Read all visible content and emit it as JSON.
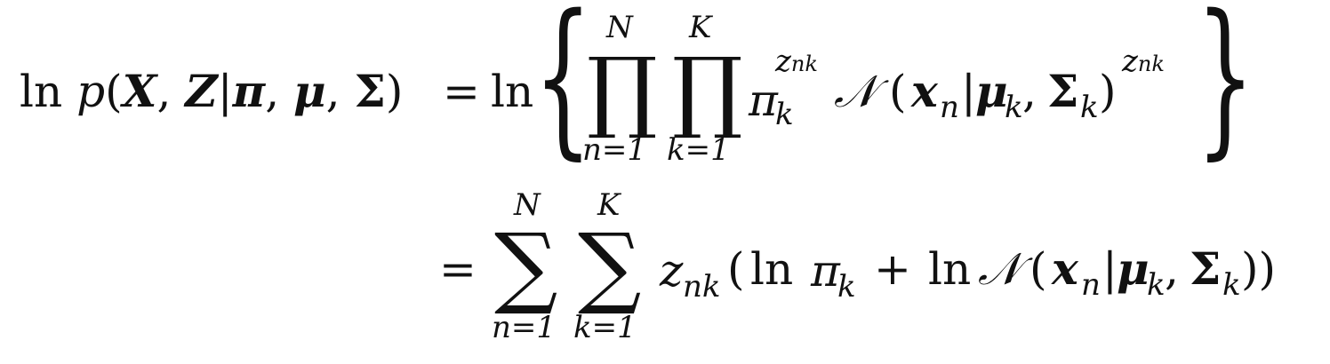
{
  "equation": {
    "line1": {
      "lhs": {
        "ln": "ln",
        "p": "p",
        "open": "(",
        "X": "X",
        "comma1": ",",
        "Z": "Z",
        "bar": "|",
        "pi": "π",
        "comma2": ",",
        "mu": "μ",
        "comma3": ",",
        "Sigma": "Σ",
        "close": ")"
      },
      "eq": "=",
      "ln": "ln",
      "lbrace": "{",
      "rbrace": "}",
      "prod1": {
        "symbol": "∏",
        "upper": "N",
        "lower": "n=1"
      },
      "prod2": {
        "symbol": "∏",
        "upper": "K",
        "lower": "k=1"
      },
      "pi": "π",
      "pi_sub": "k",
      "pi_sup": "z",
      "pi_sup_sub": "nk",
      "N": "𝒩",
      "open": "(",
      "x": "x",
      "x_sub": "n",
      "bar": "|",
      "mu": "μ",
      "mu_sub": "k",
      "comma": ",",
      "Sigma": "Σ",
      "Sigma_sub": "k",
      "close": ")",
      "pow": "z",
      "pow_sub": "nk"
    },
    "line2": {
      "eq": "=",
      "sum1": {
        "symbol": "∑",
        "upper": "N",
        "lower": "n=1"
      },
      "sum2": {
        "symbol": "∑",
        "upper": "K",
        "lower": "k=1"
      },
      "z": "z",
      "z_sub": "nk",
      "open": "(",
      "ln1": "ln",
      "pi": "π",
      "pi_sub": "k",
      "plus": "+",
      "ln2": "ln",
      "N": "𝒩",
      "open2": "(",
      "x": "x",
      "x_sub": "n",
      "bar": "|",
      "mu": "μ",
      "mu_sub": "k",
      "comma": ",",
      "Sigma": "Σ",
      "Sigma_sub": "k",
      "close2": "))"
    }
  }
}
